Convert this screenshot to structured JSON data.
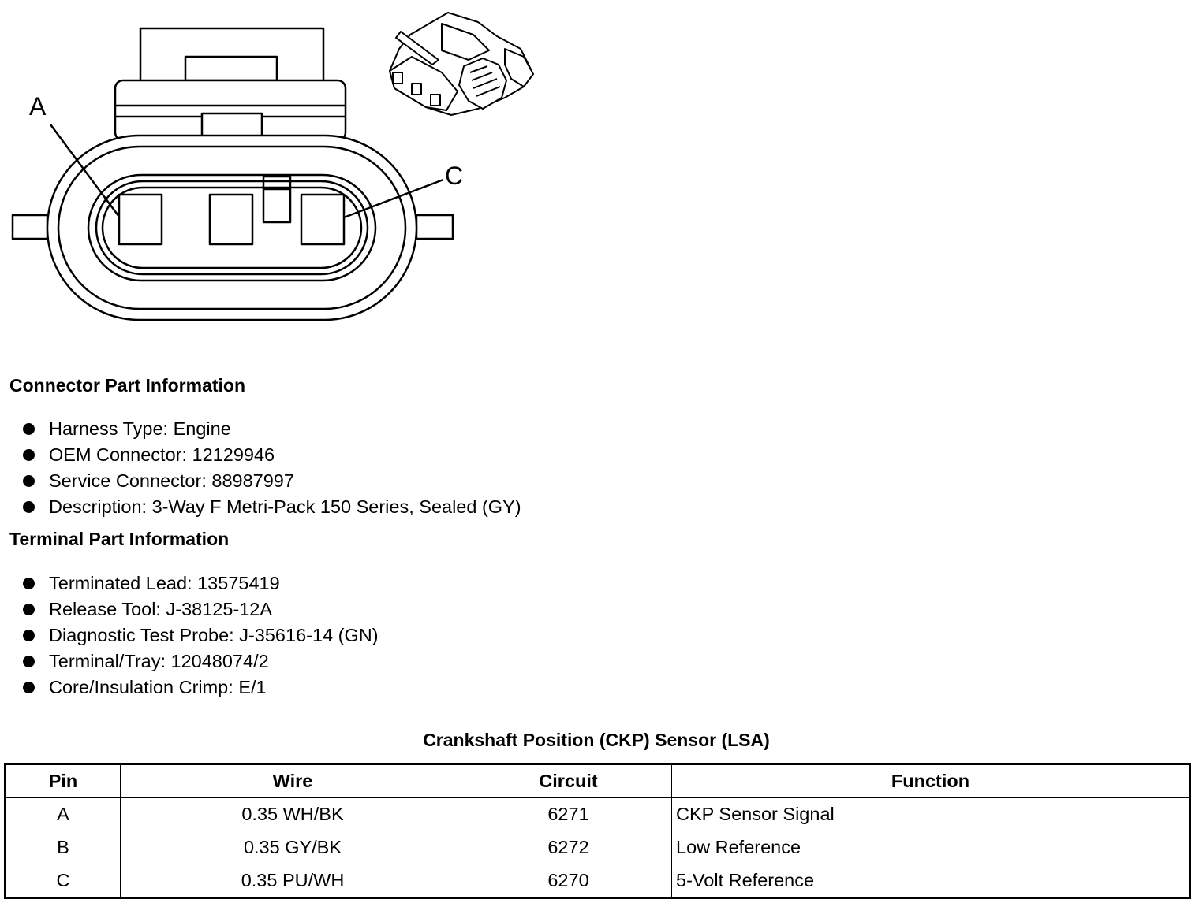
{
  "diagram": {
    "pin_labels": [
      "A",
      "C"
    ]
  },
  "connector_info": {
    "heading": "Connector Part Information",
    "items": [
      "Harness Type: Engine",
      "OEM Connector: 12129946",
      "Service Connector: 88987997",
      "Description: 3-Way F Metri-Pack 150 Series, Sealed (GY)"
    ]
  },
  "terminal_info": {
    "heading": "Terminal Part Information",
    "items": [
      "Terminated Lead: 13575419",
      "Release Tool: J-38125-12A",
      "Diagnostic Test Probe: J-35616-14 (GN)",
      "Terminal/Tray: 12048074/2",
      "Core/Insulation Crimp: E/1"
    ]
  },
  "pin_table": {
    "title": "Crankshaft Position (CKP) Sensor (LSA)",
    "headers": [
      "Pin",
      "Wire",
      "Circuit",
      "Function"
    ],
    "rows": [
      [
        "A",
        "0.35 WH/BK",
        "6271",
        "CKP Sensor Signal"
      ],
      [
        "B",
        "0.35 GY/BK",
        "6272",
        "Low Reference"
      ],
      [
        "C",
        "0.35 PU/WH",
        "6270",
        "5-Volt Reference"
      ]
    ]
  }
}
